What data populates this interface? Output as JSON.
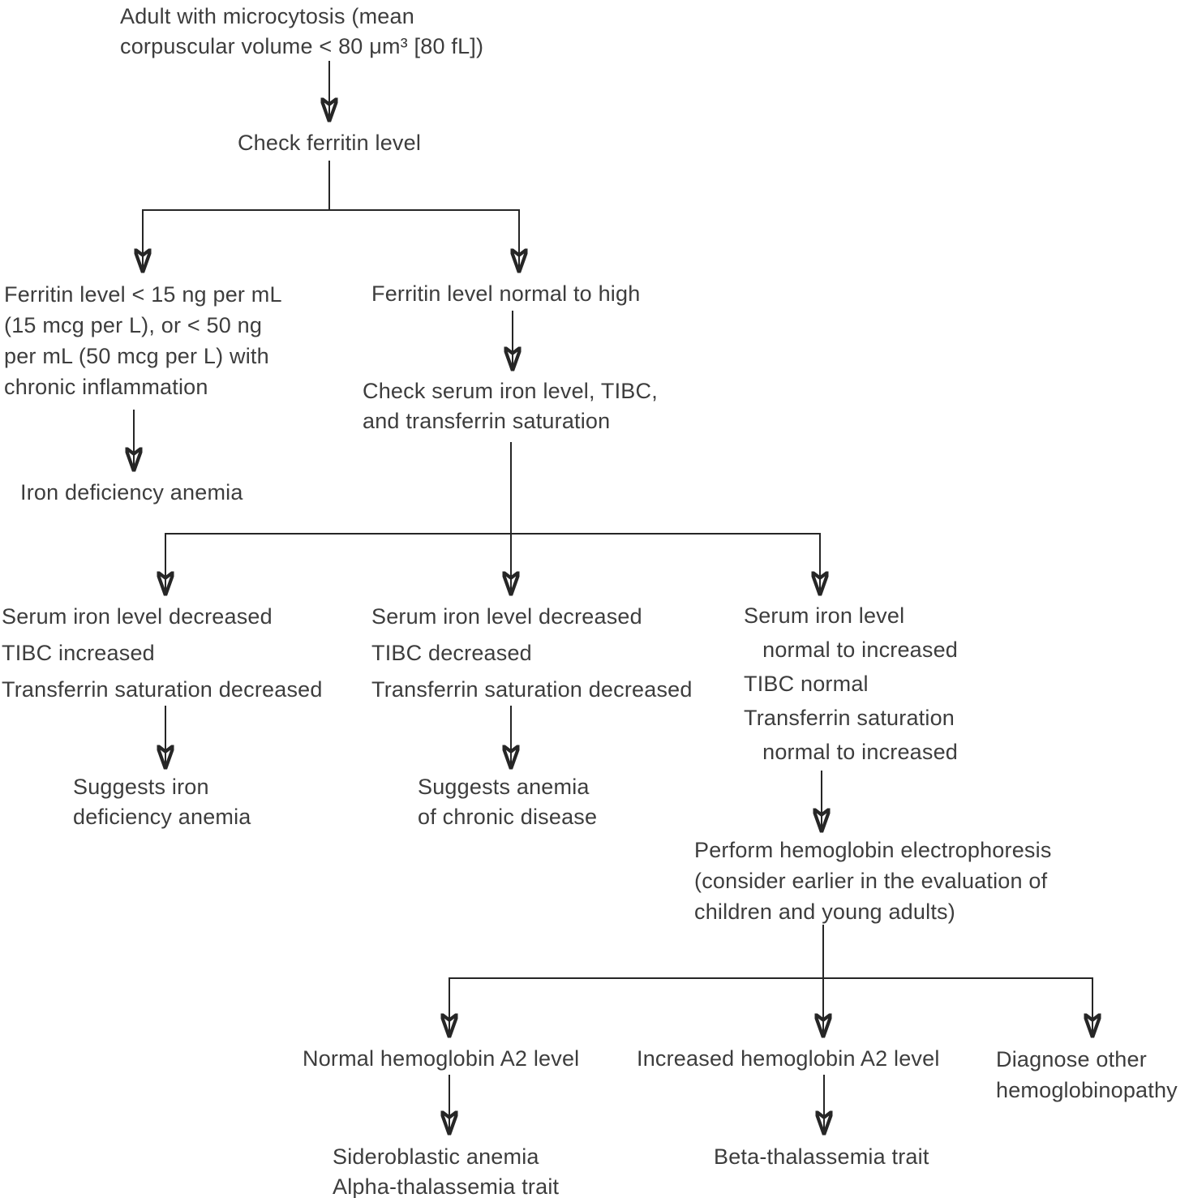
{
  "diagram": {
    "type": "flowchart",
    "topic": "Evaluation of microcytosis in adults"
  },
  "colors": {
    "text": "#3d3d3d",
    "line": "#262626",
    "background": "#ffffff"
  },
  "nodes": {
    "adult_microcytosis": "Adult with microcytosis (mean\ncorpuscular volume < 80 μm³ [80 fL])",
    "check_ferritin": "Check ferritin level",
    "ferritin_low": "Ferritin level < 15 ng per mL\n(15 mcg per L), or < 50 ng\nper mL (50 mcg per L) with\nchronic inflammation",
    "iron_deficiency_anemia": "Iron deficiency anemia",
    "ferritin_normal_high": "Ferritin level normal to high",
    "check_serum_iron": "Check serum iron level, TIBC,\nand transferrin saturation",
    "ida_pattern": "Serum iron level decreased\nTIBC increased\nTransferrin saturation decreased",
    "suggests_ida": "Suggests iron\ndeficiency anemia",
    "acd_pattern": "Serum iron level decreased\nTIBC decreased\nTransferrin saturation decreased",
    "suggests_acd": "Suggests anemia\nof chronic disease",
    "thal_pattern": "Serum iron level\n   normal to increased\nTIBC normal\nTransferrin saturation\n   normal to increased",
    "perform_electrophoresis": "Perform hemoglobin electrophoresis\n(consider earlier in the evaluation of\nchildren and young adults)",
    "normal_a2": "Normal hemoglobin A2 level",
    "increased_a2": "Increased hemoglobin A2 level",
    "diagnose_other": "Diagnose other\nhemoglobinopathy",
    "sideroblastic": "Sideroblastic anemia\nAlpha-thalassemia trait",
    "beta_thalassemia": "Beta-thalassemia trait"
  }
}
